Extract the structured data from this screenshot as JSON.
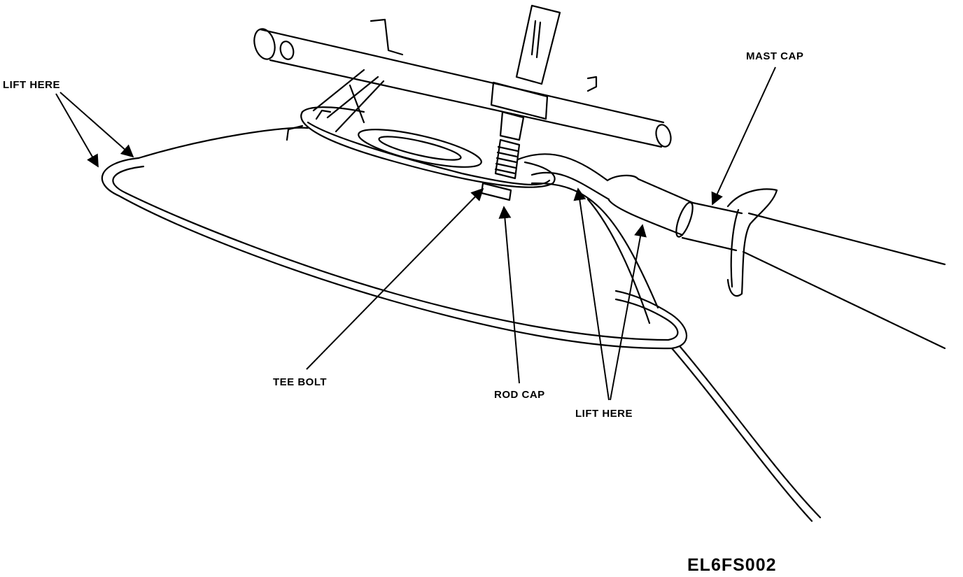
{
  "labels": {
    "lift_here_left": "LIFT HERE",
    "mast_cap": "MAST CAP",
    "tee_bolt": "TEE BOLT",
    "rod_cap": "ROD CAP",
    "lift_here_right": "LIFT HERE",
    "figure_id": "EL6FS002"
  },
  "colors": {
    "ink": "#000000",
    "background": "#ffffff"
  }
}
